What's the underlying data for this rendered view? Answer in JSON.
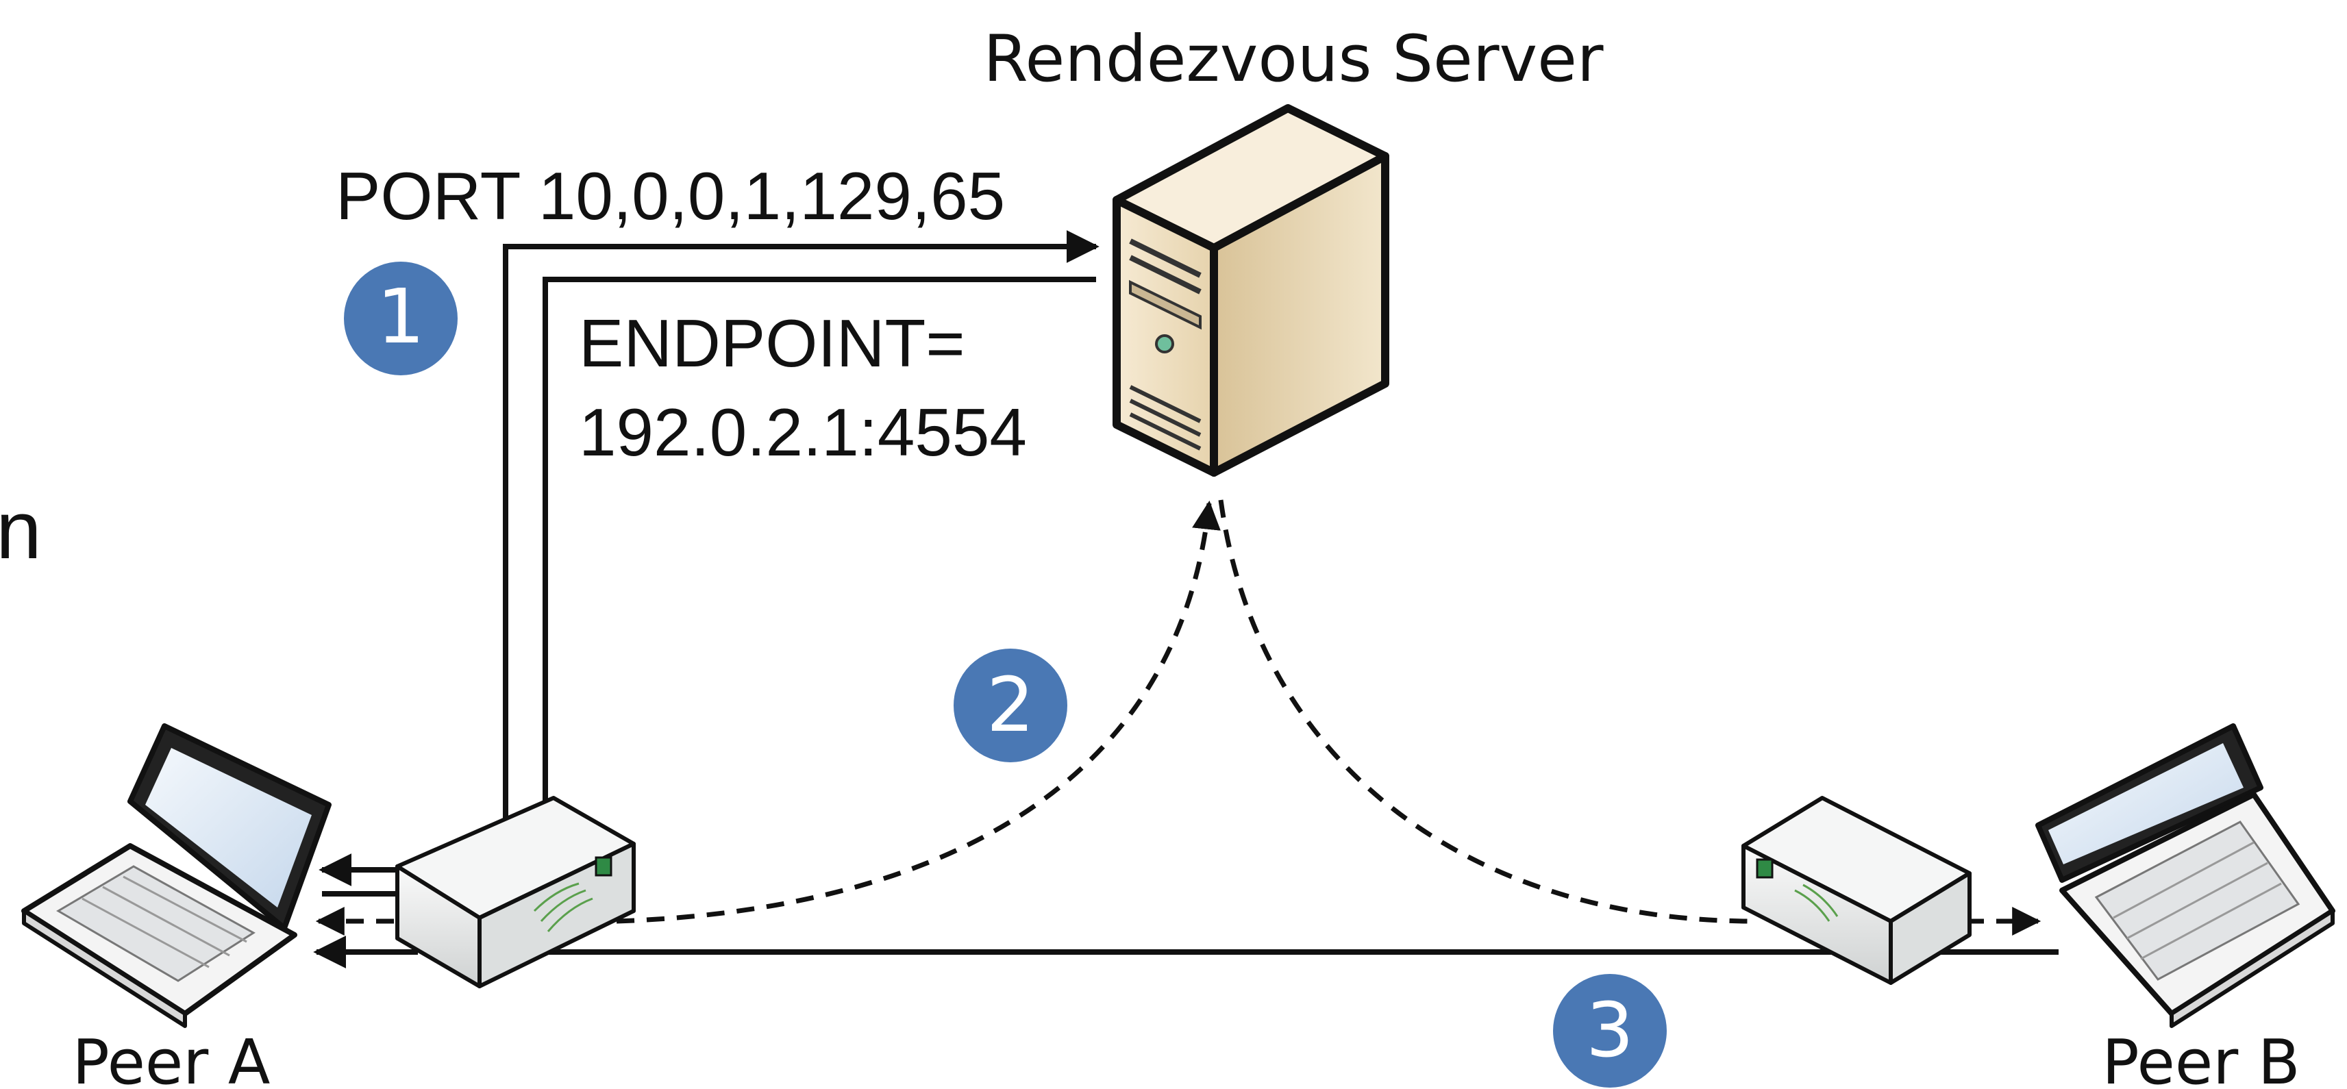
{
  "diagram": {
    "server_label": "Rendezvous Server",
    "peer_a_label": "Peer A",
    "peer_b_label": "Peer B",
    "cropped_title_fragment": "n",
    "message_port": "PORT 10,0,0,1,129,65",
    "message_endpoint_line1": "ENDPOINT=",
    "message_endpoint_line2": "192.0.2.1:4554",
    "steps": [
      "1",
      "2",
      "3"
    ]
  },
  "colors": {
    "step_badge": "#4a78b4",
    "step_badge_border": "#ffffff",
    "server_body": "#ecdcc0",
    "server_side": "#d8c29a",
    "laptop_screen": "#dce8f4",
    "router_body": "#e8eaea",
    "line": "#111111"
  },
  "icons": {
    "server": "tower-server-icon",
    "laptop": "laptop-icon",
    "router": "nat-router-icon"
  }
}
